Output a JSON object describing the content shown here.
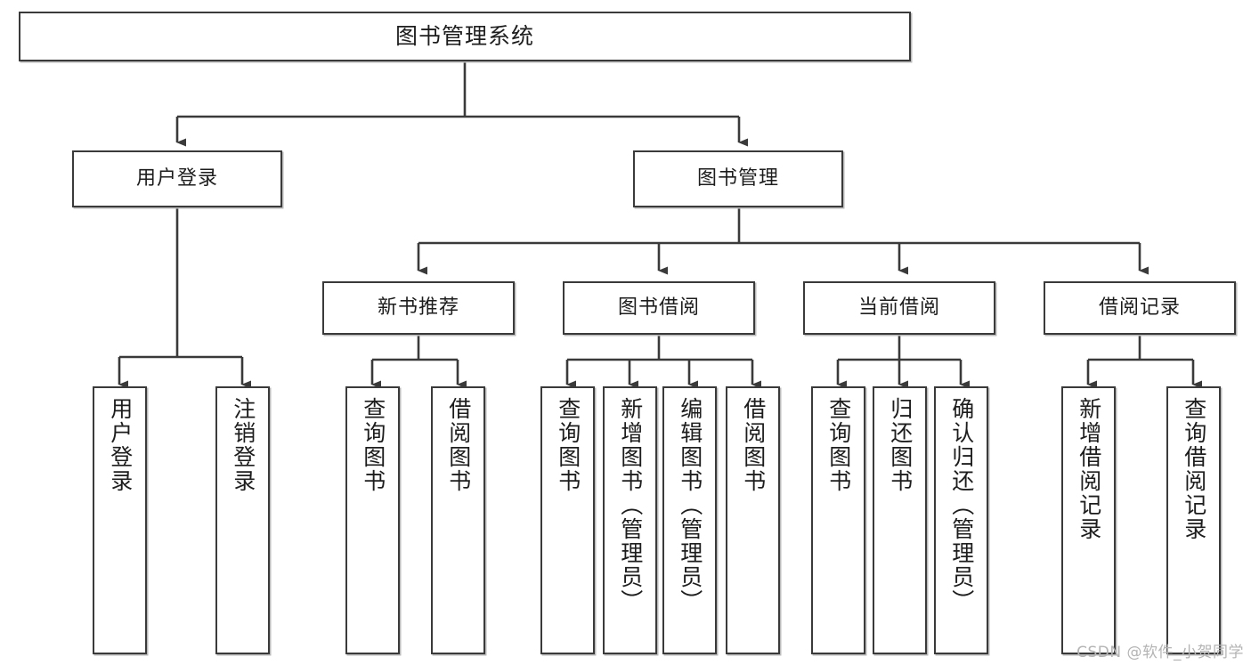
{
  "diagram": {
    "title": "图书管理系统",
    "type": "tree-hierarchy",
    "stroke_color": "#3a3a3a",
    "shadow_color": "#b9b9b9",
    "background": "#ffffff"
  },
  "root": {
    "label": "图书管理系统"
  },
  "level1": [
    {
      "label": "用户登录"
    },
    {
      "label": "图书管理"
    }
  ],
  "level2": [
    {
      "label": "新书推荐"
    },
    {
      "label": "图书借阅"
    },
    {
      "label": "当前借阅"
    },
    {
      "label": "借阅记录"
    }
  ],
  "leaves": [
    {
      "label": "用户登录",
      "parent": "用户登录"
    },
    {
      "label": "注销登录",
      "parent": "用户登录"
    },
    {
      "label": "查询图书",
      "parent": "新书推荐"
    },
    {
      "label": "借阅图书",
      "parent": "新书推荐"
    },
    {
      "label": "查询图书",
      "parent": "图书借阅"
    },
    {
      "label": "新增图书（管理员）",
      "parent": "图书借阅"
    },
    {
      "label": "编辑图书（管理员）",
      "parent": "图书借阅"
    },
    {
      "label": "借阅图书",
      "parent": "图书借阅"
    },
    {
      "label": "查询图书",
      "parent": "当前借阅"
    },
    {
      "label": "归还图书",
      "parent": "当前借阅"
    },
    {
      "label": "确认归还（管理员）",
      "parent": "当前借阅"
    },
    {
      "label": "新增借阅记录",
      "parent": "借阅记录"
    },
    {
      "label": "查询借阅记录",
      "parent": "借阅记录"
    }
  ],
  "watermark": {
    "text": "CSDN @软件_小贺同学"
  }
}
